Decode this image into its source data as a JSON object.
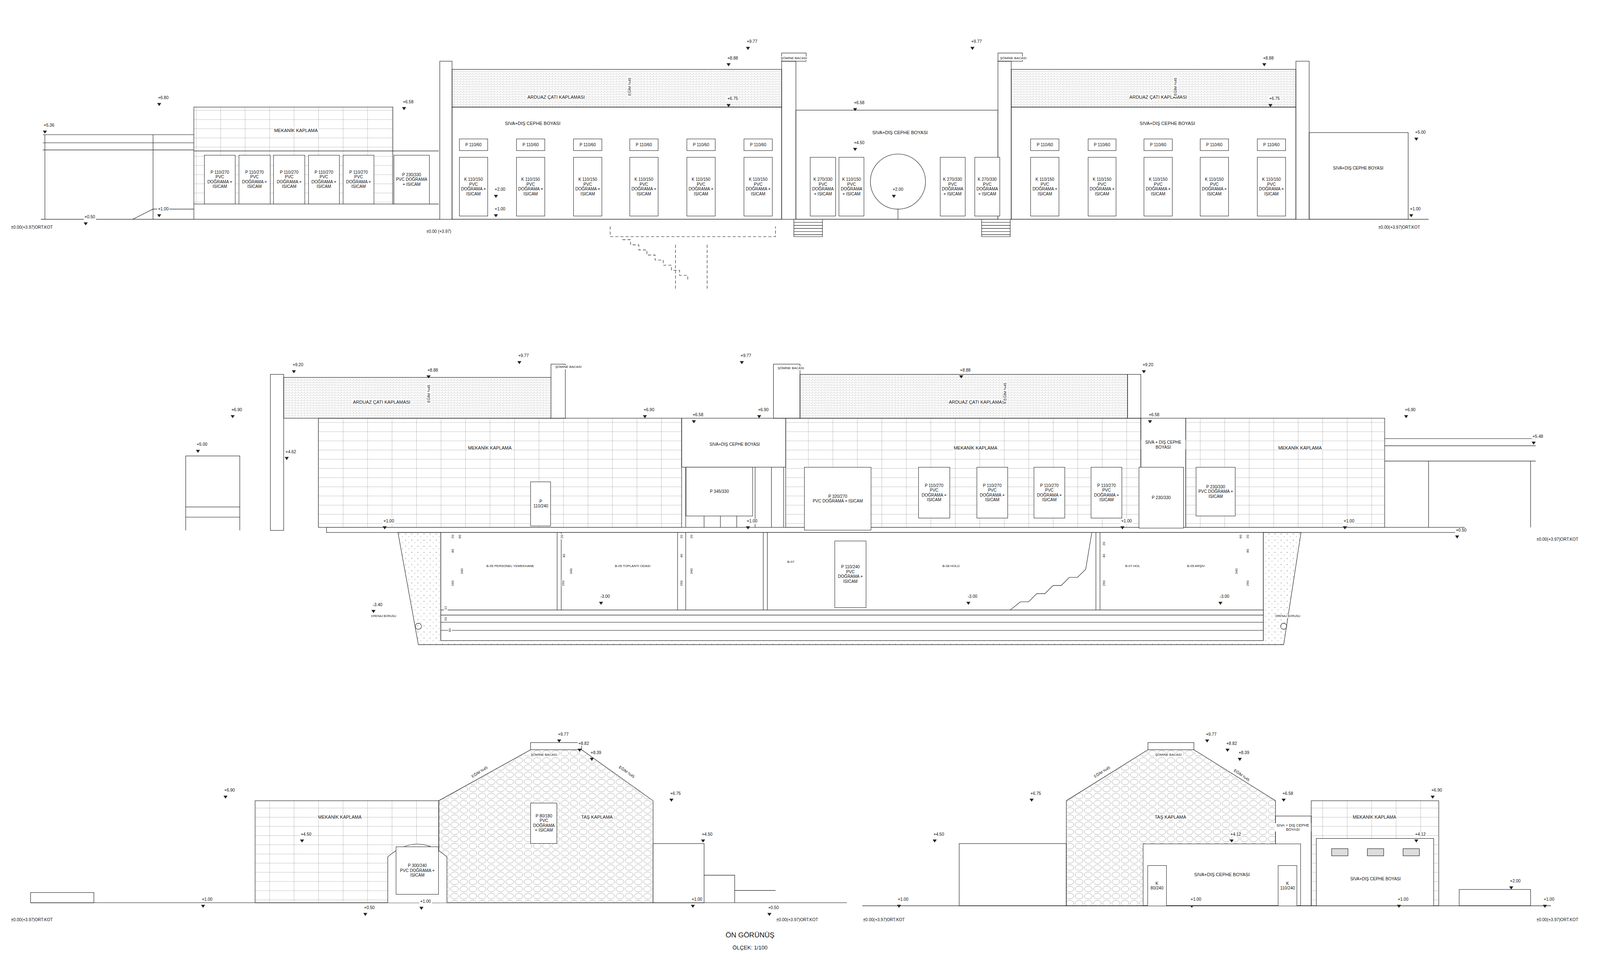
{
  "diagram": {
    "title": "ÖN GÖRÜNÜŞ",
    "caption": "ÖLÇEK: 1/100",
    "nodes": [
      {
        "text": [
          "P 110/270",
          "PVC DOĞRAMA + ISICAM"
        ]
      },
      {
        "text": [
          "P 110/270",
          "PVC DOĞRAMA + ISICAM"
        ]
      },
      {
        "text": [
          "P 110/270",
          "PVC DOĞRAMA + ISICAM"
        ]
      },
      {
        "text": [
          "P 110/270",
          "PVC DOĞRAMA + ISICAM"
        ]
      },
      {
        "text": [
          "P 110/270",
          "PVC DOĞRAMA + ISICAM"
        ]
      },
      {
        "text": [
          "P 230/330",
          "PVC DOĞRAMA + ISICAM"
        ]
      },
      {
        "text": [
          "P 110/60"
        ]
      },
      {
        "text": [
          "K 110/150",
          "PVC DOĞRAMA + ISICAM"
        ]
      },
      {
        "text": [
          "P 110/60"
        ]
      },
      {
        "text": [
          "K 110/150",
          "PVC DOĞRAMA + ISICAM"
        ]
      },
      {
        "text": [
          "P 110/60"
        ]
      },
      {
        "text": [
          "K 110/150",
          "PVC DOĞRAMA + ISICAM"
        ]
      },
      {
        "text": [
          "P 110/60"
        ]
      },
      {
        "text": [
          "K 110/150",
          "PVC DOĞRAMA + ISICAM"
        ]
      },
      {
        "text": [
          "P 110/60"
        ]
      },
      {
        "text": [
          "K 110/150",
          "PVC DOĞRAMA + ISICAM"
        ]
      },
      {
        "text": [
          "P 110/60"
        ]
      },
      {
        "text": [
          "K 110/150",
          "PVC DOĞRAMA + ISICAM"
        ]
      },
      {
        "text": [
          "K 270/330",
          "PVC DOĞRAMA + ISICAM"
        ]
      },
      {
        "text": [
          "K 110/150",
          "PVC DOĞRAMA + ISICAM"
        ]
      },
      {
        "text": [
          "K 270/330",
          "PVC DOĞRAMA + ISICAM"
        ]
      },
      {
        "text": [
          "K 270/330",
          "PVC DOĞRAMA + ISICAM"
        ]
      },
      {
        "text": [
          "P 110/60"
        ]
      },
      {
        "text": [
          "K 110/150",
          "PVC DOĞRAMA + ISICAM"
        ]
      },
      {
        "text": [
          "P 110/60"
        ]
      },
      {
        "text": [
          "K 110/150",
          "PVC DOĞRAMA + ISICAM"
        ]
      },
      {
        "text": [
          "P 110/60"
        ]
      },
      {
        "text": [
          "K 110/150",
          "PVC DOĞRAMA + ISICAM"
        ]
      },
      {
        "text": [
          "P 110/60"
        ]
      },
      {
        "text": [
          "K 110/150",
          "PVC DOĞRAMA + ISICAM"
        ]
      },
      {
        "text": [
          "P 110/60"
        ]
      },
      {
        "text": [
          "K 110/150",
          "PVC DOĞRAMA + ISICAM"
        ]
      },
      {
        "text": [
          "P 110/240"
        ]
      },
      {
        "text": [
          "P 345/330"
        ]
      },
      {
        "text": [
          "P 320/270",
          "PVC DOĞRAMA + ISICAM"
        ]
      },
      {
        "text": [
          "P 110/270",
          "PVC DOĞRAMA + ISICAM"
        ]
      },
      {
        "text": [
          "P 110/270",
          "PVC DOĞRAMA + ISICAM"
        ]
      },
      {
        "text": [
          "P 110/270",
          "PVC DOĞRAMA + ISICAM"
        ]
      },
      {
        "text": [
          "P 110/270",
          "PVC DOĞRAMA + ISICAM"
        ]
      },
      {
        "text": [
          "P 230/330"
        ]
      },
      {
        "text": [
          "P 230/330",
          "PVC DOĞRAMA + ISICAM"
        ]
      },
      {
        "text": [
          "P 110/240",
          "PVC DOĞRAMA + ISICAM"
        ]
      },
      {
        "text": [
          "P 300/240",
          "PVC DOĞRAMA + ISICAM"
        ]
      },
      {
        "text": [
          "P 80/180",
          "PVC DOĞRAMA + ISICAM"
        ]
      },
      {
        "text": [
          "SIVA+DIŞ CEPHE BOYASI"
        ]
      },
      {
        "text": [
          "K 80/240"
        ],
        "in": 44
      },
      {
        "text": [
          "K 110/240"
        ],
        "in": 44
      }
    ],
    "labels": [
      "+9.77",
      "ŞÖMİNE BACASI",
      "+8.88",
      "+9.77",
      "ŞÖMİNE BACASI",
      "+8.88",
      "+6.80",
      "+6.58",
      "+5.36",
      "ARDUAZ ÇATI KAPLAMASI",
      "EĞİM %45",
      "+6.75",
      "ARDUAZ ÇATI KAPLAMASI",
      "EĞİM %45",
      "+6.75",
      "MEKANİK KAPLAMA",
      "SIVA+DIŞ CEPHE BOYASI",
      "+6.58",
      "SIVA+DIŞ CEPHE BOYASI",
      "+4.50",
      "SIVA+DIŞ CEPHE BOYASI",
      "+5.00",
      "SIVA+DIŞ CEPHE BOYASI",
      "+2.00",
      "+2.00",
      "+1.00",
      "+1.00",
      "+0.50",
      "+1.00",
      "±0.00(+3.97)ORT.KOT",
      "±0.00 (+3.97)",
      "±0.00(+3.97)ORT.KOT",
      "+9.77",
      "ŞÖMİNE BACASI",
      "+9.77",
      "ŞÖMİNE BACASI",
      "+9.20",
      "+8.88",
      "+8.88",
      "+9.20",
      "ARDUAZ ÇATI KAPLAMASI",
      "EĞİM %45",
      "ARDUAZ ÇATI KAPLAMASI",
      "EĞİM %45",
      "+6.90",
      "+6.90",
      "+6.58",
      "+6.90",
      "+6.58",
      "+6.90",
      "+5.00",
      "+4.62",
      "+5.48",
      "MEKANİK KAPLAMA",
      "SIVA+DIŞ CEPHE BOYASI",
      "MEKANİK KAPLAMA",
      "SIVA + DIŞ CEPHE BOYASI",
      "MEKANİK KAPLAMA",
      "+1.00",
      "+1.00",
      "+1.00",
      "+1.00",
      "+0.50",
      "±0.00(+3.97)ORT.KOT",
      "-3.40",
      "DRENAJ BORUSU",
      "DRENAJ BORUSU",
      "-3.00",
      "-3.00",
      "-3.00",
      "B-05 PERSONEL YEMEKHANE",
      "B-05 TOPLANTI ODASI",
      "B-07",
      "B-08 HOLÜ",
      "B-07 HOL",
      "B-05 ARŞİV",
      "20",
      "60",
      "80",
      "260",
      "340",
      "12",
      "20",
      "30",
      "20",
      "40",
      "260",
      "340",
      "20",
      "20",
      "40",
      "260",
      "340",
      "20",
      "40",
      "260",
      "60",
      "20",
      "80",
      "340",
      "260",
      "+9.77",
      "+8.82",
      "+8.39",
      "ŞÖMİNE BACASI",
      "EĞİM %45",
      "EĞİM %45",
      "+6.90",
      "+6.75",
      "MEKANİK KAPLAMA",
      "TAŞ KAPLAMA",
      "+4.50",
      "+4.50",
      "+1.00",
      "+1.00",
      "+1.00",
      "+0.50",
      "+0.50",
      "±0.00(+3.97)ORT.KOT",
      "±0.00(+3.97)ORT.KOT",
      "+9.77",
      "+8.82",
      "+8.39",
      "ŞÖMİNE BACASI",
      "EĞİM %45",
      "EĞİM %45",
      "+6.75",
      "+6.58",
      "+6.90",
      "TAŞ KAPLAMA",
      "SIVA + DIŞ CEPHE BOYASI",
      "MEKANİK KAPLAMA",
      "+4.50",
      "+4.12",
      "+4.12",
      "SIVA+DIŞ CEPHE BOYASI",
      "+2.00",
      "+1.00",
      "+1.00",
      "+1.00",
      "+1.00",
      "±0.00(+3.97)ORT.KOT",
      "±0.00(+3.97)ORT.KOT"
    ]
  }
}
